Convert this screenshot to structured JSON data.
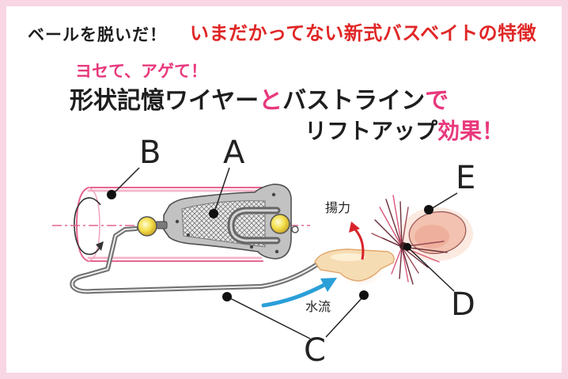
{
  "header": {
    "title_lead": "ベールを脱いだ！",
    "title_main": "いまだかってない新式バスベイトの特徴",
    "tagline": "ヨセて、アゲて！",
    "headline_line1": {
      "part1": "形状記憶ワイヤー",
      "part2": "と",
      "part3": "バストライン",
      "part4": "で"
    },
    "headline_line2": {
      "part1": "リフトアップ",
      "part2": "効果！"
    }
  },
  "diagram": {
    "labels": {
      "a": "A",
      "b": "B",
      "c": "C",
      "d": "D",
      "e": "E"
    },
    "lift_label": "揚力",
    "water_flow_label": "水流"
  },
  "colors": {
    "frame_pink": "#f9d6e4",
    "accent_red": "#e02626",
    "accent_pink": "#e8397d",
    "cylinder_pink": "#e46590",
    "lift_arrow_red": "#d8232a",
    "water_arrow_blue": "#2a9fd8",
    "bead_yellow": "#f4e04d"
  }
}
